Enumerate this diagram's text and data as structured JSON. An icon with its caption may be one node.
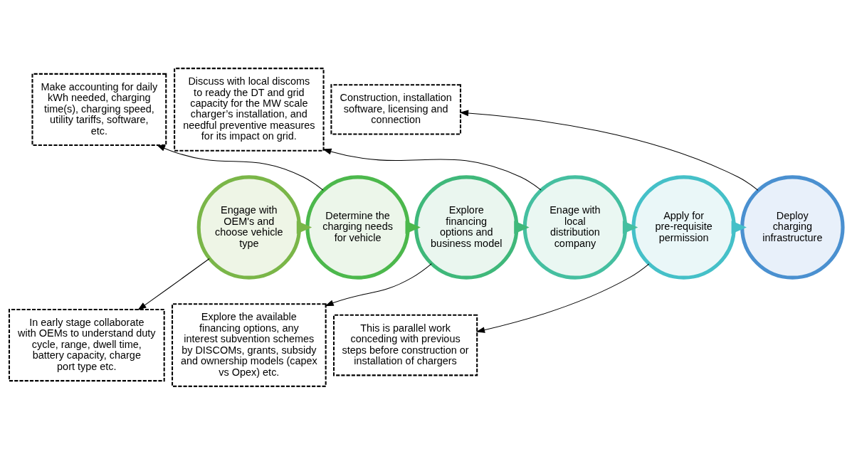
{
  "diagram": {
    "nodes": [
      {
        "text": [
          "Make accounting for daily kWh needed, charging time(s), charging speed, utility tariffs, software, etc."
        ]
      },
      {
        "text": [
          "Discuss with local discoms to ready the DT and grid capacity for the MW scale charger’s installation, and needful preventive measures for its impact on grid."
        ]
      },
      {
        "text": [
          "Construction, installation software, licensing and connection"
        ]
      },
      {
        "text": [
          "Engage with OEM's and choose vehicle type"
        ]
      },
      {
        "text": [
          "Determine the charging needs for vehicle"
        ]
      },
      {
        "text": [
          "Explore financing options and business model"
        ]
      },
      {
        "text": [
          "Enage with local distribution company"
        ]
      },
      {
        "text": [
          "Apply for pre-requisite permission"
        ]
      },
      {
        "text": [
          "Deploy charging infrastructure"
        ]
      },
      {
        "text": [
          "In early stage collaborate with OEMs to understand duty cycle, range, dwell time, battery capacity, charge port type etc."
        ]
      },
      {
        "text": [
          "Explore the available financing options, any interest subvention schemes by DISCOMs, grants, subsidy and ownership models (capex vs Opex) etc."
        ]
      },
      {
        "text": [
          "This is parallel work conceding with previous steps before construction or installation of chargers"
        ]
      }
    ],
    "edges": [
      {
        "from": 3,
        "to": 4,
        "arrow": "to",
        "style": "thick",
        "color": "#7ab648"
      },
      {
        "from": 4,
        "to": 5,
        "arrow": "to",
        "style": "thick",
        "color": "#4cb84c"
      },
      {
        "from": 5,
        "to": 6,
        "arrow": "to",
        "style": "thick",
        "color": "#3fb87a"
      },
      {
        "from": 6,
        "to": 7,
        "arrow": "to",
        "style": "thick",
        "color": "#45bfa0"
      },
      {
        "from": 7,
        "to": 8,
        "arrow": "to",
        "style": "thick",
        "color": "#45c0c8"
      },
      {
        "from": 4,
        "to": 0,
        "arrow": "to"
      },
      {
        "from": 6,
        "to": 1,
        "arrow": "to"
      },
      {
        "from": 8,
        "to": 2,
        "arrow": "to"
      },
      {
        "from": 3,
        "to": 9,
        "arrow": "to"
      },
      {
        "from": 5,
        "to": 10,
        "arrow": "to"
      },
      {
        "from": 7,
        "to": 11,
        "arrow": "to"
      }
    ]
  }
}
